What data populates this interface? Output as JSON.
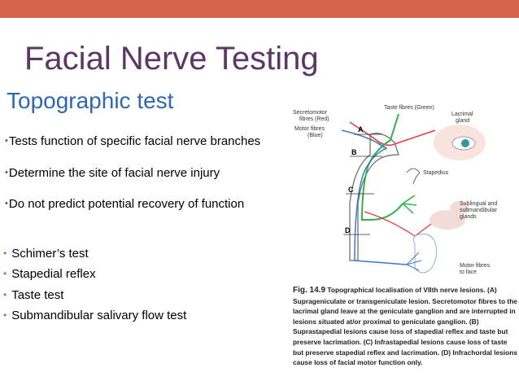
{
  "slide": {
    "title": "Facial Nerve Testing",
    "subtitle": "Topographic test"
  },
  "bullets_primary": [
    "Tests function of specific facial nerve branches",
    "Determine the site of facial nerve injury",
    "Do not predict potential recovery of function"
  ],
  "bullets_secondary": [
    "Schimer’s test",
    "Stapedial reflex",
    "Taste test",
    "Submandibular salivary flow test"
  ],
  "figure": {
    "labels": {
      "taste_fibres": "Taste fibres (Green)",
      "secretomotor": "Secretomotor",
      "fibres_red": "fibres (Red)",
      "motor_fibres": "Motor fibres",
      "blue": "(Blue)",
      "lacrimal": "Lacrimal",
      "gland": "gland",
      "stapedius": "Stapedius",
      "sublingual": "Sublingual and",
      "submandibular": "submandibular",
      "glands": "glands",
      "motor_fibres_face": "Motor fibres",
      "to_face": "to face"
    },
    "letters": [
      "A",
      "B",
      "C",
      "D"
    ],
    "colors": {
      "red": "#e23b3b",
      "green": "#2fb34a",
      "blue": "#3f79c8",
      "nerve_outline": "#666666"
    },
    "caption_fig": "Fig. 14.9",
    "caption_text": "Topographical localisation of VIIth nerve lesions. (A) Suprageniculate or transgeniculate lesion. Secretomotor fibres to the lacrimal gland leave at the geniculate ganglion and are interrupted in lesions situated at/or proximal to geniculate ganglion. (B) Suprastapedial lesions cause loss of stapedial reflex and taste but preserve lacrimation. (C) Infrastapedial lesions cause loss of taste but preserve stapedial reflex and lacrimation. (D) Infrachordal lesions cause loss of facial motor function only."
  }
}
